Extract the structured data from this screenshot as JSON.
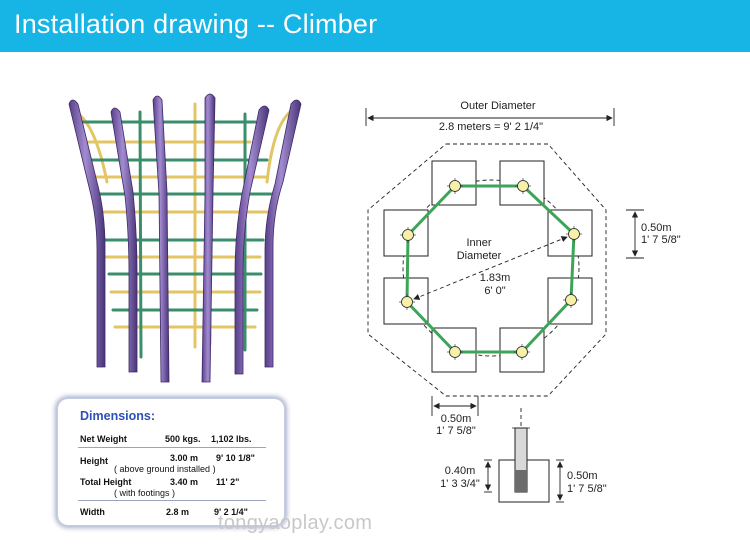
{
  "header": {
    "title": "Installation drawing -- Climber",
    "background": "#17b4e6"
  },
  "dimensions_card": {
    "title": "Dimensions:",
    "net_weight": {
      "label": "Net Weight",
      "metric": "500 kgs.",
      "imperial": "1,102 lbs."
    },
    "height": {
      "label": "Height",
      "metric": "3.00 m",
      "imperial": "9' 10 1/8\"",
      "note": "( above ground installed )"
    },
    "total_height": {
      "label": "Total Height",
      "metric": "3.40 m",
      "imperial": "11'  2\"",
      "note": "( with footings )"
    },
    "width": {
      "label": "Width",
      "metric": "2.8 m",
      "imperial": "9' 2 1/4\""
    }
  },
  "diagram": {
    "outer_diameter_label": "Outer Diameter",
    "outer_diameter_value": "2.8 meters  =  9' 2 1/4\"",
    "inner_label_1": "Inner",
    "inner_label_2": "Diameter",
    "inner_value_metric": "1.83m",
    "inner_value_imperial": "6' 0\"",
    "footing_side_metric": "0.50m",
    "footing_side_imperial": "1' 7 5/8\"",
    "footing_bottom_metric": "0.50m",
    "footing_bottom_imperial": "1' 7 5/8\"",
    "post_depth_metric": "0.40m",
    "post_depth_imperial": "1' 3 3/4\"",
    "footing_depth_metric": "0.50m",
    "footing_depth_imperial": "1' 7 5/8\""
  },
  "watermark": "tongyaoplay.com",
  "colors": {
    "post": "#7a5fa8",
    "bar_yellow": "#e8c766",
    "bar_green": "#3a8f6a",
    "ring_green": "#3ea558",
    "footing_bulb": "#f6f0a8"
  }
}
